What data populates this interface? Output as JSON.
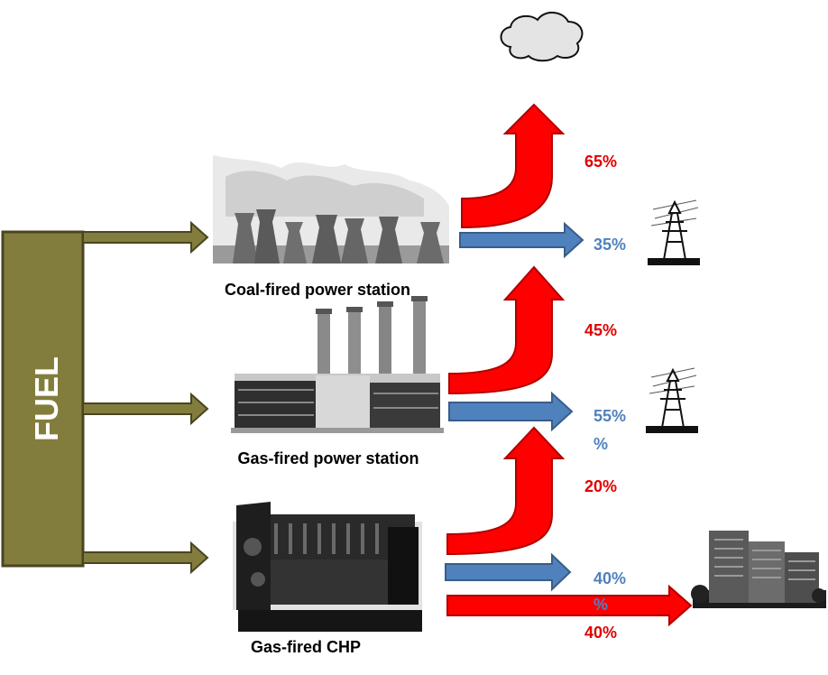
{
  "colors": {
    "fuel_fill": "#827d3c",
    "fuel_stroke": "#4a4520",
    "heat_loss": "#ff0000",
    "electricity": "#4f81bd",
    "electricity_text": "#4f81bd",
    "heat_text": "#e00000"
  },
  "fuel": {
    "label": "FUEL"
  },
  "plants": [
    {
      "name": "Coal-fired power station",
      "picture": "coal-power-station-cooling-towers",
      "loss_pct": "65%",
      "electric_pct": "35%",
      "output_icon": "pylon-icon"
    },
    {
      "name": "Gas-fired power station",
      "picture": "gas-power-station-chimneys",
      "loss_pct": "45%",
      "electric_pct_line1": "55%",
      "electric_pct_line2": "%",
      "output_icon": "pylon-icon"
    },
    {
      "name": "Gas-fired CHP",
      "picture": "chp-engine-generator",
      "loss_pct": "20%",
      "electric_pct_line1": "40%",
      "electric_pct_line2": "%",
      "heat_pct": "40%",
      "output_icon": "building-icon"
    }
  ],
  "emission_icon": "smoke-cloud-icon"
}
